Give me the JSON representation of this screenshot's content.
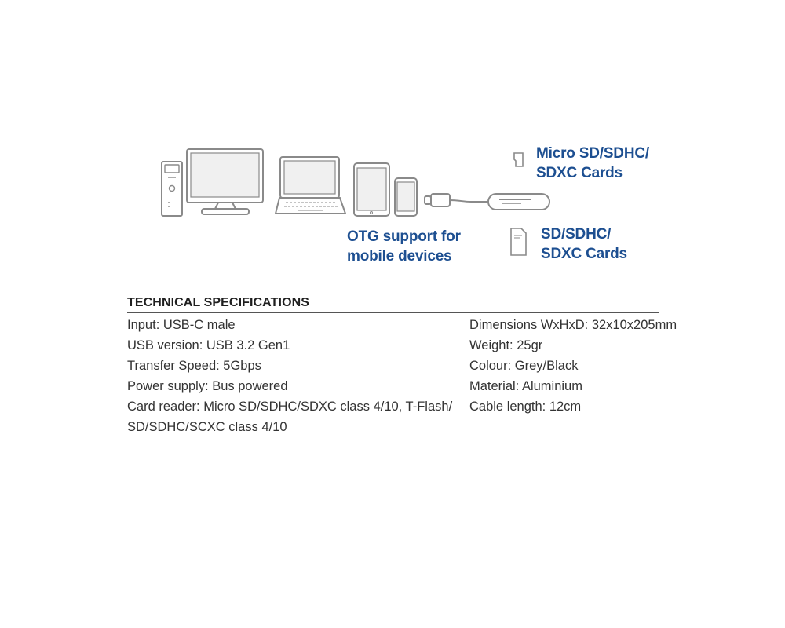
{
  "callouts": {
    "micro_sd": [
      "Micro SD/SDHC/",
      "SDXC Cards"
    ],
    "sd": [
      "SD/SDHC/",
      "SDXC Cards"
    ],
    "otg": [
      "OTG support for",
      "mobile devices"
    ]
  },
  "specs": {
    "heading": "TECHNICAL SPECIFICATIONS",
    "left": [
      "Input: USB-C male",
      "USB version: USB 3.2 Gen1",
      "Transfer Speed: 5Gbps",
      "Power supply: Bus powered",
      "Card reader: Micro SD/SDHC/SDXC class 4/10, T-Flash/",
      "SD/SDHC/SCXC class 4/10"
    ],
    "right": [
      "Dimensions WxHxD: 32x10x205mm",
      "Weight: 25gr",
      "Colour: Grey/Black",
      "Material: Aluminium",
      "Cable length: 12cm"
    ]
  },
  "colors": {
    "callout_blue": "#1d4f91",
    "icon_grey": "#8a8a8a"
  }
}
